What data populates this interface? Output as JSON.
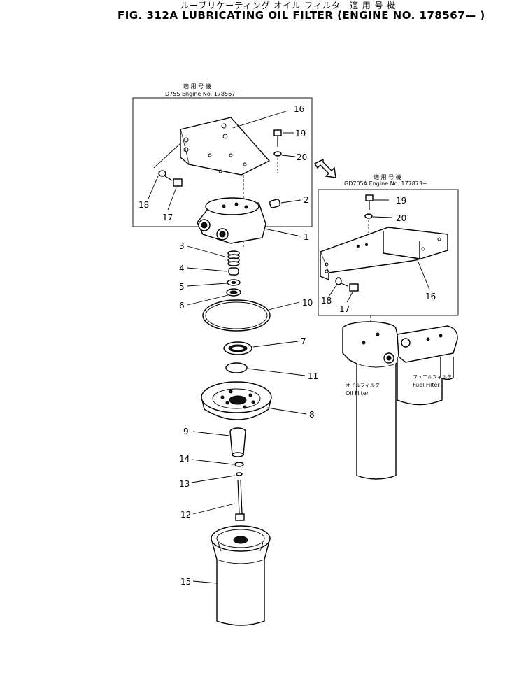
{
  "title": {
    "japanese": "ルーブリケーティング オイル フィルタ　適 用 号 機",
    "english": "FIG. 312A   LUBRICATING  OIL  FILTER  (ENGINE NO. 178567— )"
  },
  "left_box": {
    "header_jp": "適 用 号 機",
    "header_en": "D75S Engine No. 178567~"
  },
  "right_box": {
    "header_jp": "適 用 号 機",
    "header_en": "GD705A  Engine No. 177873~"
  },
  "labels": {
    "oil_filter_jp": "オイルフィルタ",
    "oil_filter_en": "Oil Filter",
    "fuel_filter_jp": "フュエルフィルタ",
    "fuel_filter_en": "Fuel Filter"
  },
  "callouts": {
    "n1": "1",
    "n2": "2",
    "n3": "3",
    "n4": "4",
    "n5": "5",
    "n6": "6",
    "n7": "7",
    "n8": "8",
    "n9": "9",
    "n10": "10",
    "n11": "11",
    "n12": "12",
    "n13": "13",
    "n14": "14",
    "n15": "15",
    "l16": "16",
    "l17": "17",
    "l18": "18",
    "l19": "19",
    "l20": "20",
    "r16": "16",
    "r17": "17",
    "r18": "18",
    "r19": "19",
    "r20": "20"
  }
}
